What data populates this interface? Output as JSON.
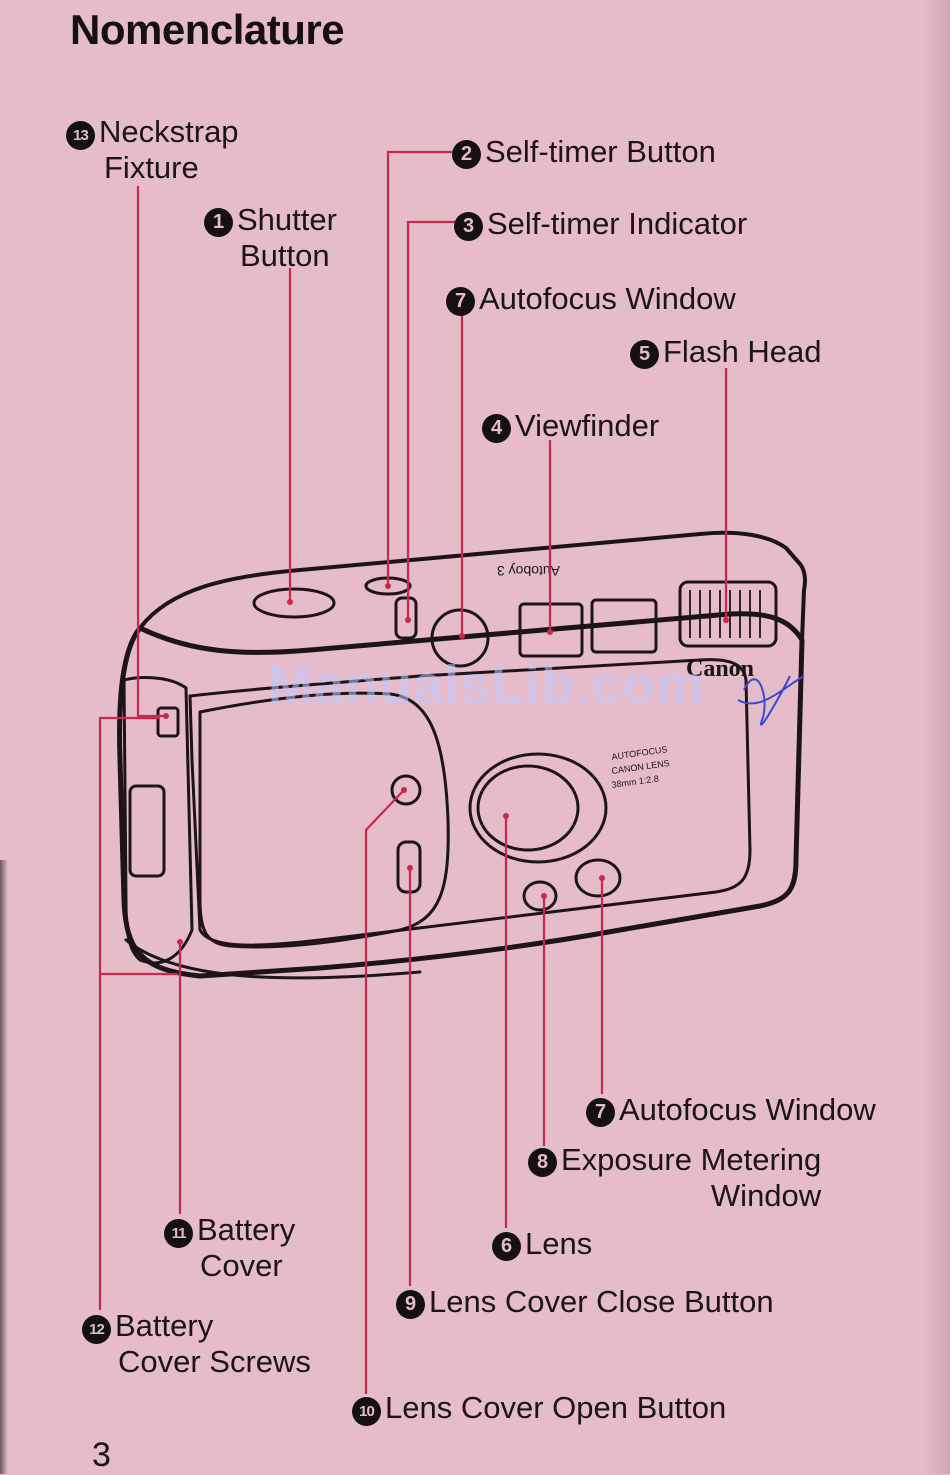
{
  "page": {
    "title": "Nomenclature",
    "page_number": "3",
    "watermark": "ManualsLib.com"
  },
  "camera": {
    "brand_label": "Canon",
    "model_label": "Autoboy 3",
    "lens_label_line1": "AUTOFOCUS",
    "lens_label_line2": "CANON LENS",
    "lens_label_line3": "38mm 1:2.8"
  },
  "callouts": [
    {
      "id": "neckstrap",
      "number": "13",
      "line1": "Neckstrap",
      "line2": "Fixture"
    },
    {
      "id": "self-timer-button",
      "number": "2",
      "line1": "Self-timer Button"
    },
    {
      "id": "shutter",
      "number": "1",
      "line1": "Shutter",
      "line2": "Button"
    },
    {
      "id": "self-timer-indicator",
      "number": "3",
      "line1": "Self-timer Indicator"
    },
    {
      "id": "autofocus-top",
      "number": "7",
      "line1": "Autofocus Window"
    },
    {
      "id": "flash",
      "number": "5",
      "line1": "Flash Head"
    },
    {
      "id": "viewfinder",
      "number": "4",
      "line1": "Viewfinder"
    },
    {
      "id": "autofocus-bottom",
      "number": "7",
      "line1": "Autofocus Window"
    },
    {
      "id": "exposure",
      "number": "8",
      "line1": "Exposure Metering",
      "line2": "Window"
    },
    {
      "id": "battery-cover",
      "number": "11",
      "line1": "Battery",
      "line2": "Cover"
    },
    {
      "id": "lens",
      "number": "6",
      "line1": "Lens"
    },
    {
      "id": "close-button",
      "number": "9",
      "line1": "Lens Cover Close Button"
    },
    {
      "id": "screws",
      "number": "12",
      "line1": "Battery",
      "line2": "Cover Screws"
    },
    {
      "id": "open-button",
      "number": "10",
      "line1": "Lens Cover Open Button"
    }
  ],
  "colors": {
    "background": "#e6bccb",
    "leader_line": "#c8284a",
    "ink": "#1c1418"
  }
}
